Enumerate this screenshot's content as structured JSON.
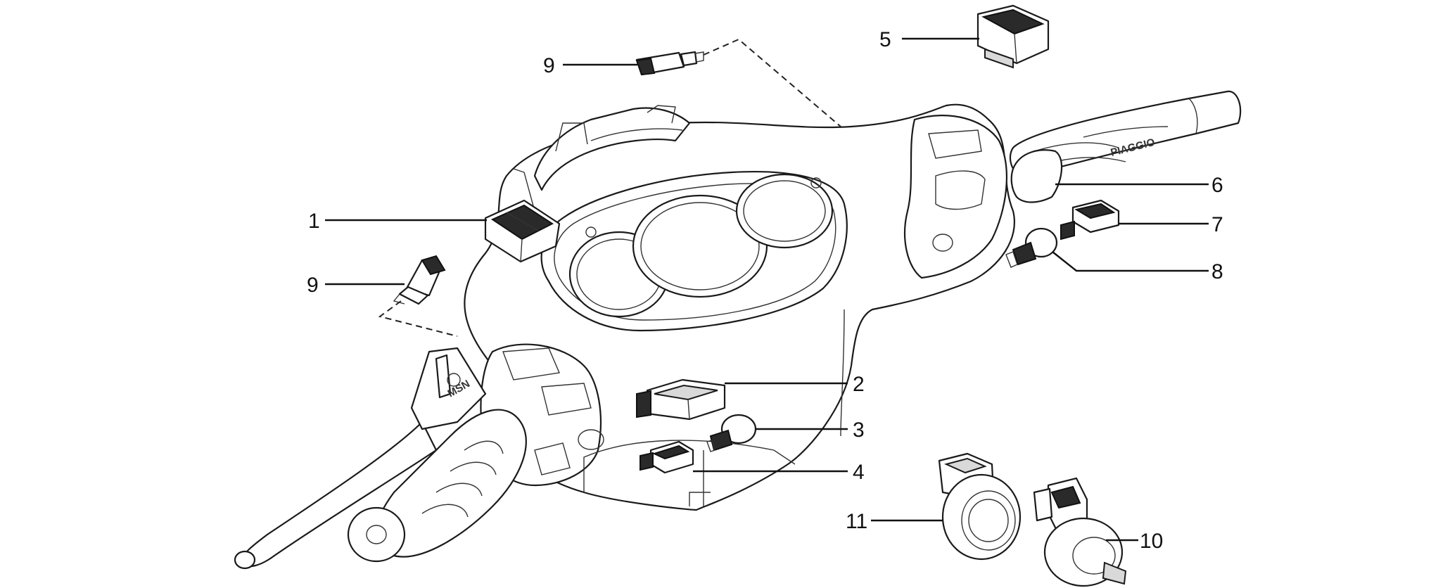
{
  "diagram": {
    "callouts": {
      "c1": "1",
      "c2": "2",
      "c3": "3",
      "c4": "4",
      "c5": "5",
      "c6": "6",
      "c7": "7",
      "c8": "8",
      "c9a": "9",
      "c9b": "9",
      "c10": "10",
      "c11": "11"
    },
    "grip_brand": "PIAGGIO"
  },
  "colors": {
    "line": "#1a1a1a",
    "background": "#ffffff"
  }
}
